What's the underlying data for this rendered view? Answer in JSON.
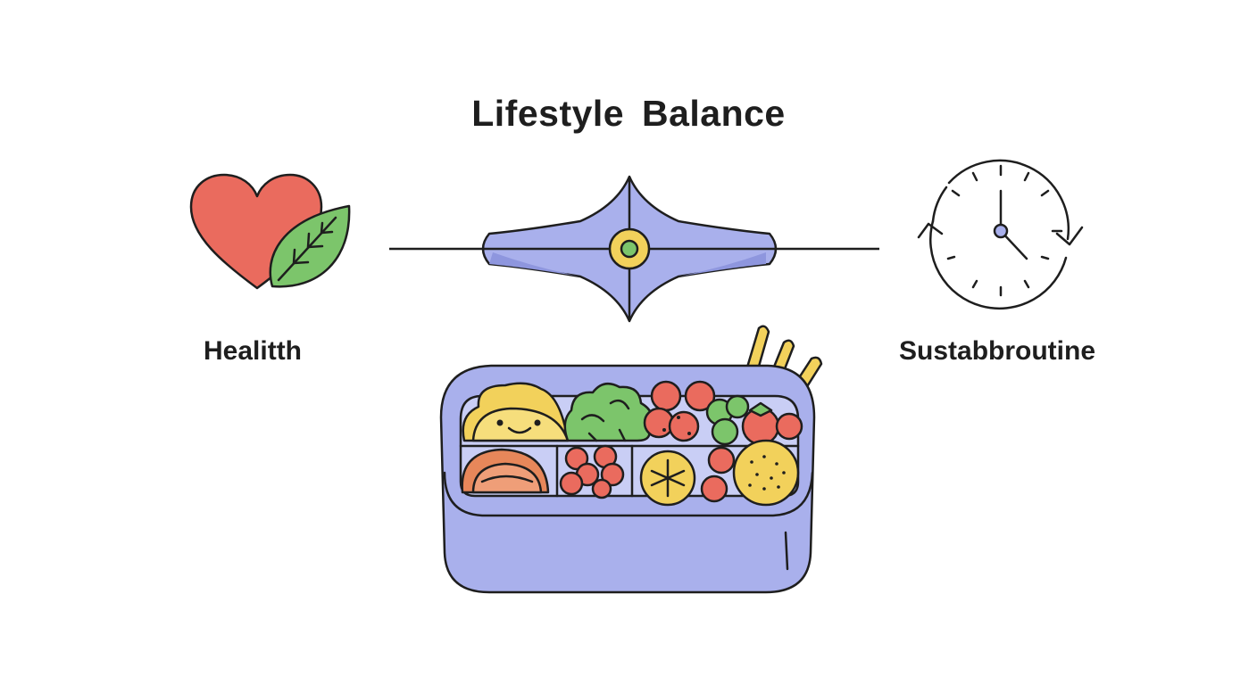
{
  "title": "Lifestyle  Balance",
  "left": {
    "label": "Healitth",
    "icon": "heart-leaf-icon"
  },
  "right": {
    "label": "Sustabbroutine",
    "icon": "clock-cycle-icon"
  },
  "center": {
    "icon": "balance-scale-icon",
    "bento_icon": "bento-box-icon"
  },
  "colors": {
    "heart": "#EA6B5E",
    "leaf": "#7CC56B",
    "scale": "#A9B0EC",
    "pivot": "#F2D15B",
    "box": "#A9B0EC",
    "outline": "#1e1e1e"
  }
}
